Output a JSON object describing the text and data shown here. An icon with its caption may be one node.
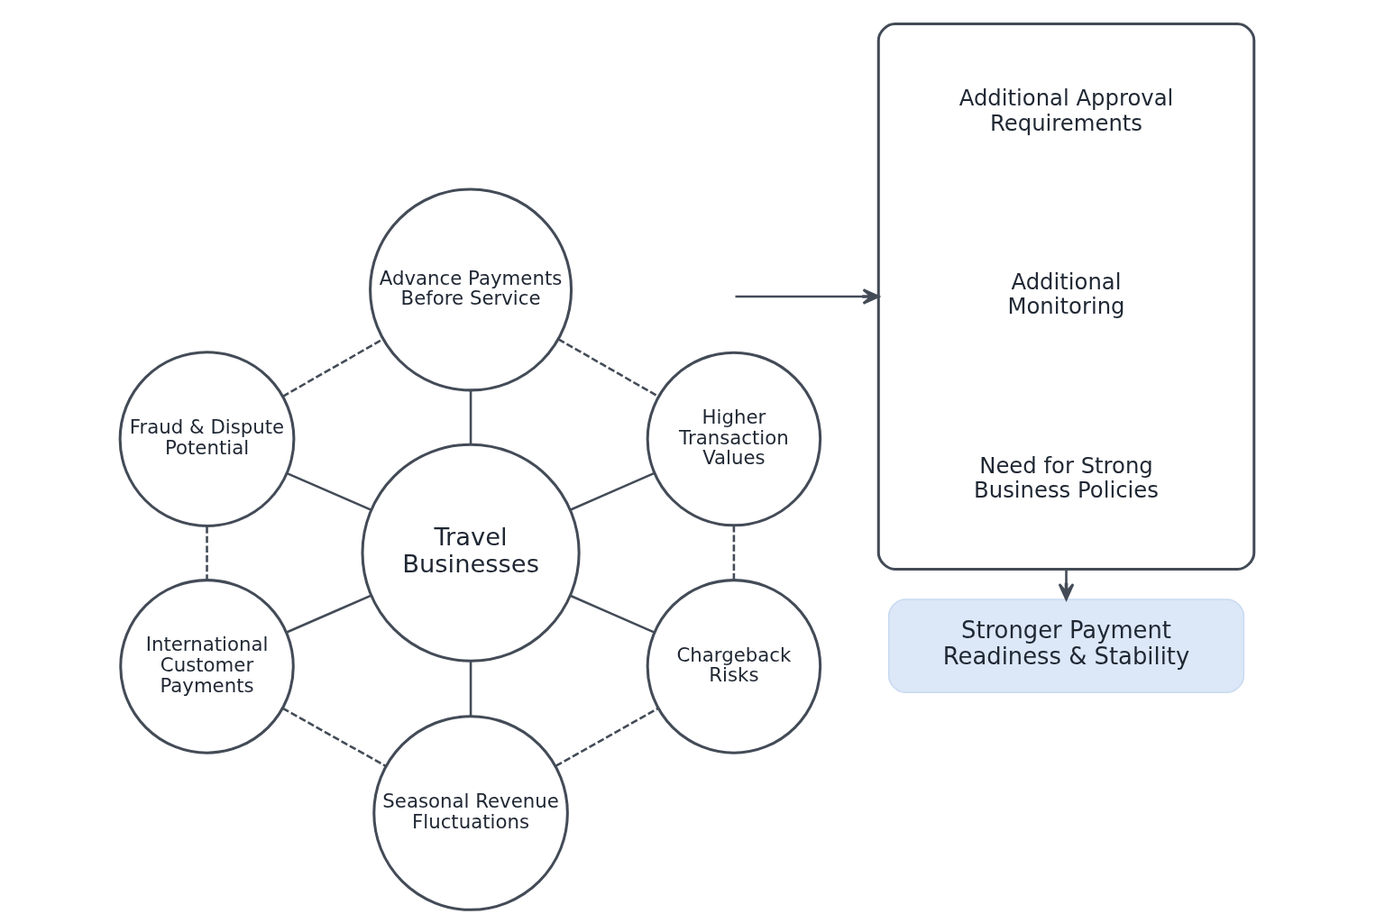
{
  "diagram": {
    "nodes": [
      {
        "text": [
          "Advance Payments Before Service"
        ]
      },
      {
        "text": [
          "Fraud & Dispute Potential"
        ]
      },
      {
        "text": [
          "Higher Transaction Values"
        ]
      },
      {
        "text": [
          "Travel Businesses"
        ]
      },
      {
        "text": [
          "International Customer Payments"
        ]
      },
      {
        "text": [
          "Chargeback Risks"
        ]
      },
      {
        "text": [
          "Seasonal Revenue Fluctuations"
        ]
      },
      {
        "text": [],
        "shape": "box"
      },
      {
        "text": [
          "Additional Approval Requirements"
        ],
        "in": 7
      },
      {
        "text": [
          "Additional Monitoring"
        ],
        "in": 7
      },
      {
        "text": [
          "Need for Strong Business Policies"
        ],
        "in": 7
      },
      {
        "text": [
          "Stronger Payment Readiness & Stability"
        ]
      }
    ],
    "edges": [
      {
        "from": 0,
        "to": 3,
        "arrow": "none"
      },
      {
        "from": 1,
        "to": 3,
        "arrow": "none"
      },
      {
        "from": 3,
        "to": 2,
        "arrow": "none"
      },
      {
        "from": 4,
        "to": 3,
        "arrow": "none"
      },
      {
        "from": 3,
        "to": 5,
        "arrow": "none"
      },
      {
        "from": 3,
        "to": 6,
        "arrow": "none"
      },
      {
        "from": 1,
        "to": 0,
        "arrow": "none",
        "style": "dashed"
      },
      {
        "from": 0,
        "to": 2,
        "arrow": "none",
        "style": "dashed"
      },
      {
        "from": 2,
        "to": 5,
        "arrow": "none",
        "style": "dashed"
      },
      {
        "from": 1,
        "to": 4,
        "arrow": "none",
        "style": "dashed"
      },
      {
        "from": 4,
        "to": 6,
        "arrow": "none",
        "style": "dashed"
      },
      {
        "from": 6,
        "to": 5,
        "arrow": "none",
        "style": "dashed"
      },
      {
        "from": null,
        "to": 7,
        "arrow": "to"
      },
      {
        "from": 7,
        "to": 11,
        "arrow": "to"
      }
    ]
  }
}
